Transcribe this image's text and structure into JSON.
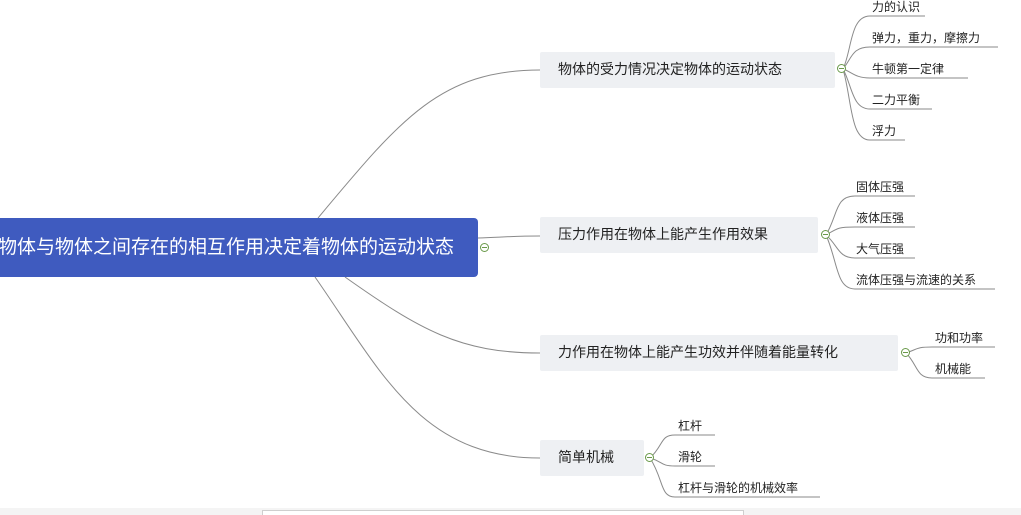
{
  "root": {
    "label": "物体与物体之间存在的相互作用决定着物体的运动状态"
  },
  "branches": [
    {
      "label": "物体的受力情况决定物体的运动状态",
      "leaves": [
        "力的认识",
        "弹力，重力，摩擦力",
        "牛顿第一定律",
        "二力平衡",
        "浮力"
      ]
    },
    {
      "label": "压力作用在物体上能产生作用效果",
      "leaves": [
        "固体压强",
        "液体压强",
        "大气压强",
        "流体压强与流速的关系"
      ]
    },
    {
      "label": "力作用在物体上能产生功效并伴随着能量转化",
      "leaves": [
        "功和功率",
        "机械能"
      ]
    },
    {
      "label": "简单机械",
      "leaves": [
        "杠杆",
        "滑轮",
        "杠杆与滑轮的机械效率"
      ]
    }
  ],
  "colors": {
    "root_bg": "#3f5bbf",
    "branch_bg": "#eef0f3",
    "line": "#888888",
    "toggle": "#6a9a4a"
  }
}
